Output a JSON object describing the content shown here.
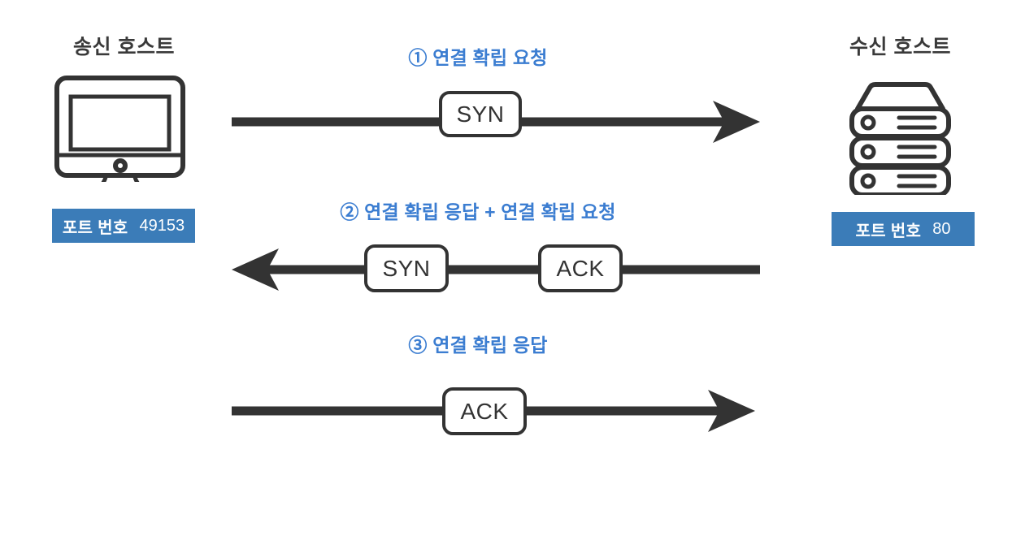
{
  "diagram": {
    "title_sender": "송신 호스트",
    "title_receiver": "수신 호스트",
    "colors": {
      "line": "#333333",
      "badge_background": "#3b7cb8",
      "badge_text": "#ffffff",
      "step_label": "#3b7dd1",
      "host_title": "#3a3a3a",
      "background": "#ffffff"
    }
  },
  "sender": {
    "title": "송신 호스트",
    "icon": "desktop-monitor-icon",
    "port": {
      "label": "포트 번호",
      "value": "49153"
    }
  },
  "receiver": {
    "title": "수신 호스트",
    "icon": "server-stack-icon",
    "port": {
      "label": "포트 번호",
      "value": "80"
    }
  },
  "steps": [
    {
      "index": "①",
      "label": "① 연결 확립 요청",
      "direction": "left-to-right",
      "packets": [
        "SYN"
      ]
    },
    {
      "index": "②",
      "label": "② 연결 확립 응답 + 연결 확립 요청",
      "direction": "right-to-left",
      "packets": [
        "SYN",
        "ACK"
      ]
    },
    {
      "index": "③",
      "label": "③ 연결 확립 응답",
      "direction": "left-to-right",
      "packets": [
        "ACK"
      ]
    }
  ],
  "packets": {
    "step1_syn": "SYN",
    "step2_syn": "SYN",
    "step2_ack": "ACK",
    "step3_ack": "ACK"
  }
}
